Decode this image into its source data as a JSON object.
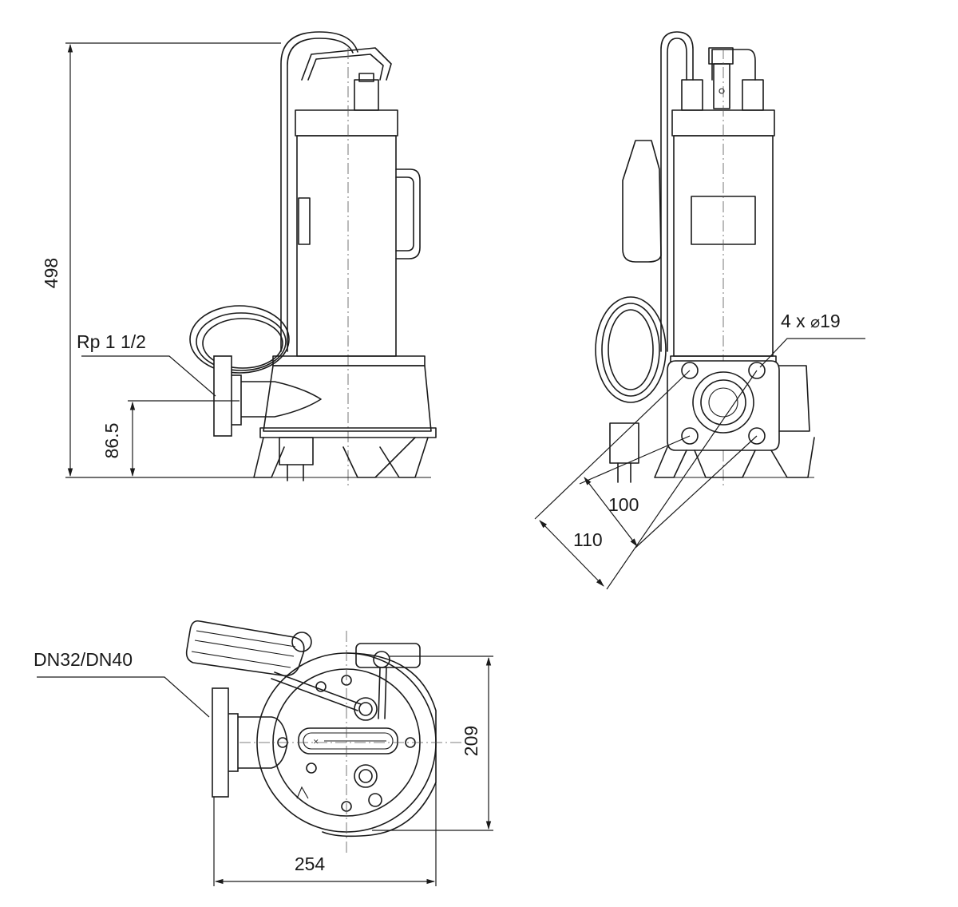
{
  "dimensions": {
    "height_total": "498",
    "inlet_height": "86.5",
    "connection_thread": "Rp 1 1/2",
    "bolt_holes": "4 x ",
    "bolt_diameter": "19",
    "pitch_inner": "100",
    "pitch_outer": "110",
    "flange_size": "DN32/DN40",
    "depth": "209",
    "width": "254"
  },
  "colors": {
    "line": "#1a1a1a",
    "background": "#ffffff"
  }
}
